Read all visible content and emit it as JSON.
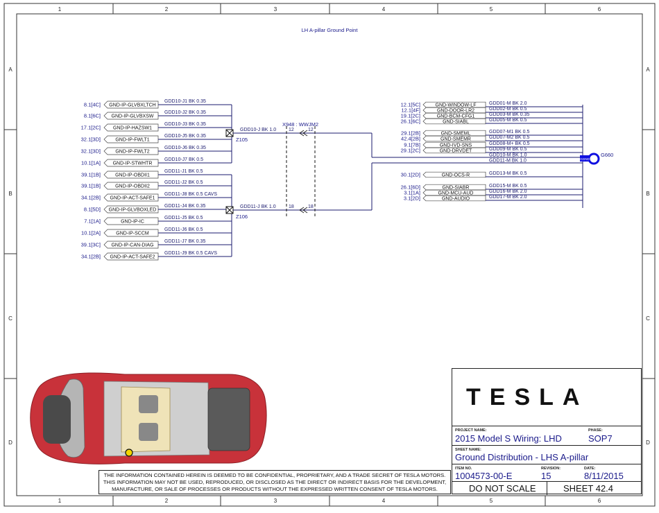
{
  "title": "LH A-pillar Ground Point",
  "grid": {
    "cols": [
      "1",
      "2",
      "3",
      "4",
      "5",
      "6"
    ],
    "rows": [
      "A",
      "B",
      "C",
      "D"
    ]
  },
  "left_pins": [
    {
      "ref": "8.1[4C]",
      "name": "GND-IP-GLVBXLTCH",
      "wire": "GDD10-J1 BK 0.35"
    },
    {
      "ref": "8.1[6C]",
      "name": "GND-IP-GLVBXSW",
      "wire": "GDD10-J2 BK 0.35"
    },
    {
      "ref": "17.1[2C]",
      "name": "GND-IP-HAZSW1",
      "wire": "GDD10-J3 BK 0.35"
    },
    {
      "ref": "32.1[3D]",
      "name": "GND-IP-FWLT1",
      "wire": "GDD10-J5 BK 0.35"
    },
    {
      "ref": "32.1[3D]",
      "name": "GND-IP-FWLT2",
      "wire": "GDD10-J6 BK 0.35"
    },
    {
      "ref": "10.1[1A]",
      "name": "GND-IP-STWHTR",
      "wire": "GDD10-J7 BK 0.5"
    },
    {
      "ref": "39.1[1B]",
      "name": "GND-IP-OBDII1",
      "wire": "GDD11-J1 BK 0.5"
    },
    {
      "ref": "39.1[1B]",
      "name": "GND-IP-OBDII2",
      "wire": "GDD11-J2 BK 0.5"
    },
    {
      "ref": "34.1[2B]",
      "name": "GND-IP-ACT-SAFE1",
      "wire": "GDD11-J8 BK 0.5 CAVS"
    },
    {
      "ref": "8.1[5D]",
      "name": "GND-IP-GLVBOXLED",
      "wire": "GDD11-J4 BK 0.35"
    },
    {
      "ref": "7.1[1A]",
      "name": "GND-IP-IC",
      "wire": "GDD11-J5 BK 0.5"
    },
    {
      "ref": "10.1[2A]",
      "name": "GND-IP-SCCM",
      "wire": "GDD11-J6 BK 0.5"
    },
    {
      "ref": "39.1[3C]",
      "name": "GND-IP-CAN-DIAG",
      "wire": "GDD11-J7 BK 0.35"
    },
    {
      "ref": "34.1[2B]",
      "name": "GND-IP-ACT-SAFE2",
      "wire": "GDD11-J9 BK 0.5 CAVS"
    }
  ],
  "splices": [
    {
      "id": "Z105",
      "wire": "GDD10-J BK 1.0",
      "pin": "12"
    },
    {
      "id": "Z106",
      "wire": "GDD11-J BK 1.0",
      "pin": "18"
    }
  ],
  "connector": "X948 : WWJM2",
  "right_pins": [
    {
      "ref": "12.1[5C]",
      "name": "GND-WINDOW-LF",
      "wire": "GDD01-M BK 2.0"
    },
    {
      "ref": "12.1[4F]",
      "name": "GND-DOOR-LR2",
      "wire": "GDD02-M BK 0.5"
    },
    {
      "ref": "19.1[2C]",
      "name": "GND-BCM-CFG1",
      "wire": "GDD03-M BK 0.35"
    },
    {
      "ref": "26.1[6C]",
      "name": "GND-SIABL",
      "wire": "GDD05-M BK 0.5"
    },
    {
      "ref": "29.1[2B]",
      "name": "GND-SMEML",
      "wire": "GDD07-M1 BK 0.5"
    },
    {
      "ref": "42.4[2B]",
      "name": "GND-SMEMR",
      "wire": "GDD07-M2 BK 0.5"
    },
    {
      "ref": "9.1[7B]",
      "name": "GND-IVD-SNS",
      "wire": "GDD08-M+ BK 0.5"
    },
    {
      "ref": "29.1[2C]",
      "name": "GND-DRVDET",
      "wire": "GDD09-M BK 0.5"
    },
    {
      "ref": "30.1[2D]",
      "name": "GND-OCS-R",
      "wire": "GDD13-M BK 0.5"
    },
    {
      "ref": "26.1[6D]",
      "name": "GND-SIABR",
      "wire": "GDD15-M BK 0.5"
    },
    {
      "ref": "3.1[1A]",
      "name": "GND-MCU-AUD",
      "wire": "GDD16-M BK 2.0"
    },
    {
      "ref": "3.1[2D]",
      "name": "GND-AUDIO",
      "wire": "GDD17-M BK 2.0"
    }
  ],
  "trunk_wires": [
    "GDD10-M BK 1.0",
    "GDD11-M BK 1.0"
  ],
  "ground_point": {
    "id": "G660",
    "inner": "GGND"
  },
  "title_block": {
    "logo": "TESLA",
    "project_label": "PROJECT NAME:",
    "project": "2015 Model S Wiring: LHD",
    "phase_label": "PHASE:",
    "phase": "SOP7",
    "sheet_name_label": "SHEET NAME:",
    "sheet_name": "Ground Distribution - LHS A-pillar",
    "item_label": "ITEM NO.",
    "item": "1004573-00-E",
    "revision_label": "REVISION:",
    "revision": "15",
    "date_label": "DATE:",
    "date": "8/11/2015",
    "scale": "DO NOT SCALE",
    "sheet": "SHEET 42.4"
  },
  "notice": [
    "THE INFORMATION CONTAINED HEREIN IS DEEMED TO BE CONFIDENTIAL, PROPRIETARY, AND A TRADE SECRET OF TESLA MOTORS.",
    "THIS INFORMATION MAY NOT BE USED, REPRODUCED, OR DISCLOSED AS THE DIRECT OR INDIRECT BASIS FOR THE DEVELOPMENT,",
    "MANUFACTURE, OR SALE OF PROCESSES OR PRODUCTS WITHOUT THE EXPRESSED WRITTEN CONSENT OF TESLA MOTORS."
  ],
  "colors": {
    "wire": "#1a1a6e",
    "ground": "#1010e0",
    "car_body": "#c8323a"
  }
}
